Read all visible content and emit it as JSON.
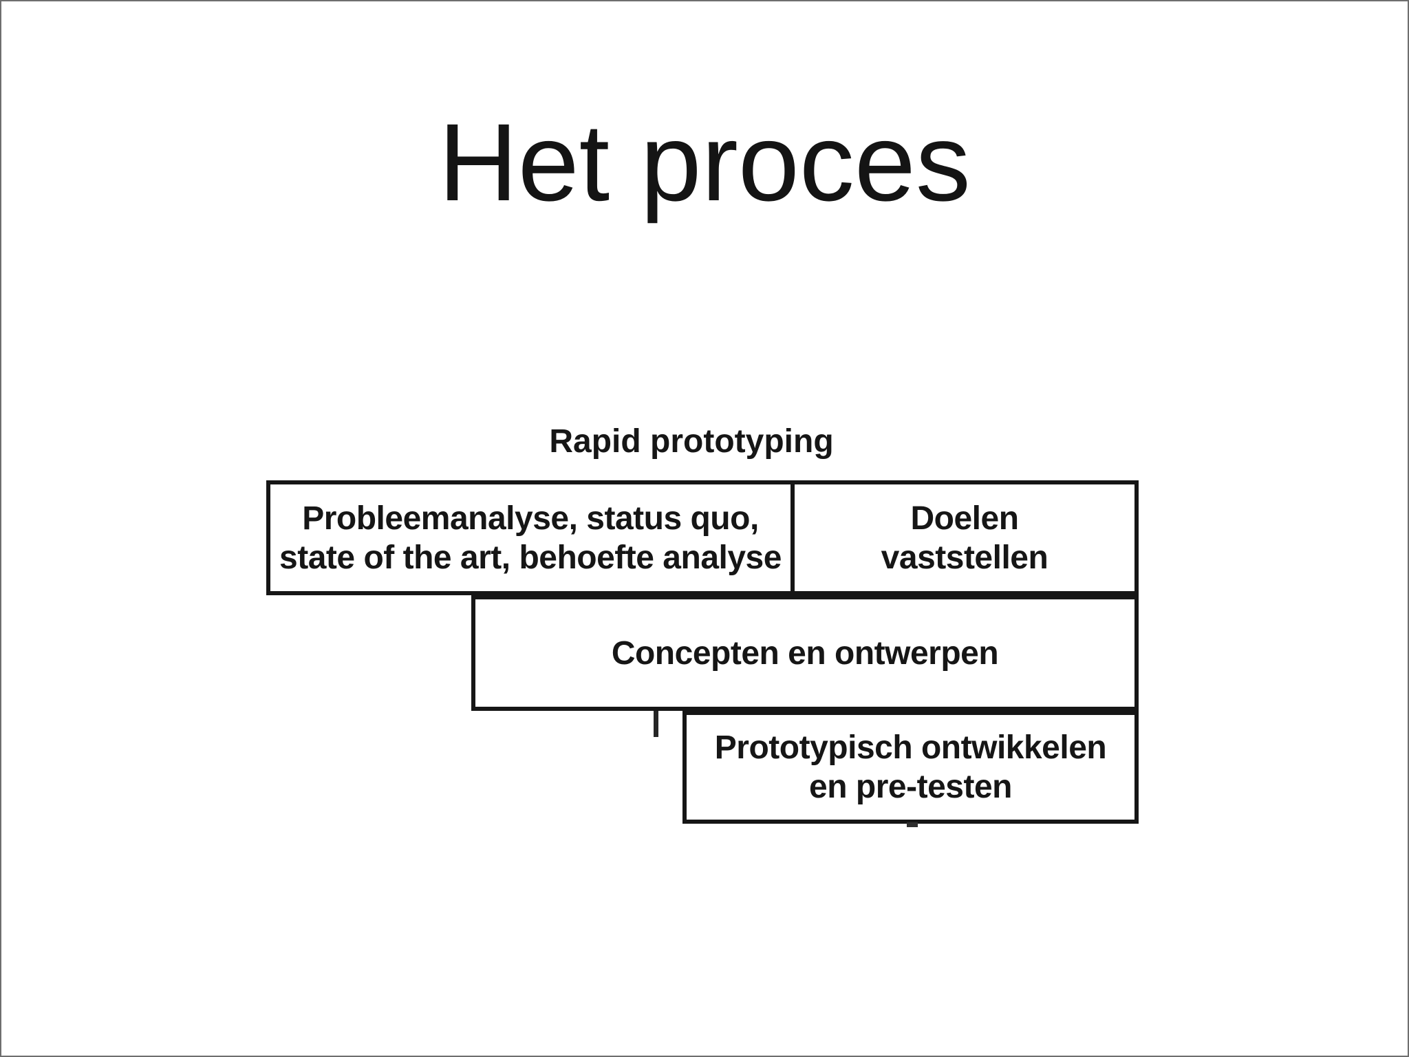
{
  "slide": {
    "title": "Het proces",
    "diagram": {
      "heading": "Rapid prototyping",
      "boxes": {
        "analysis": {
          "line1": "Probleemanalyse, status quo,",
          "line2": "state of the art, behoefte analyse"
        },
        "goals": {
          "line1": "Doelen",
          "line2": "vaststellen"
        },
        "concepts": {
          "line1": "Concepten en ontwerpen"
        },
        "prototype": {
          "line1": "Prototypisch ontwikkelen",
          "line2": "en pre-testen"
        }
      }
    }
  },
  "colors": {
    "background": "#ffffff",
    "frame": "#6e6e6e",
    "box_border": "#161616",
    "text": "#161616"
  }
}
